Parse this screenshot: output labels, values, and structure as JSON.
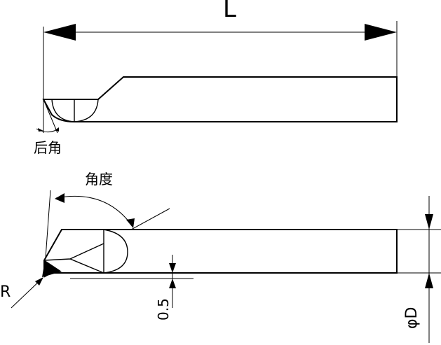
{
  "labels": {
    "length": "L",
    "relief_angle": "后角",
    "angle": "角度",
    "radius": "R",
    "depth": "0.5",
    "diameter": "φD"
  }
}
